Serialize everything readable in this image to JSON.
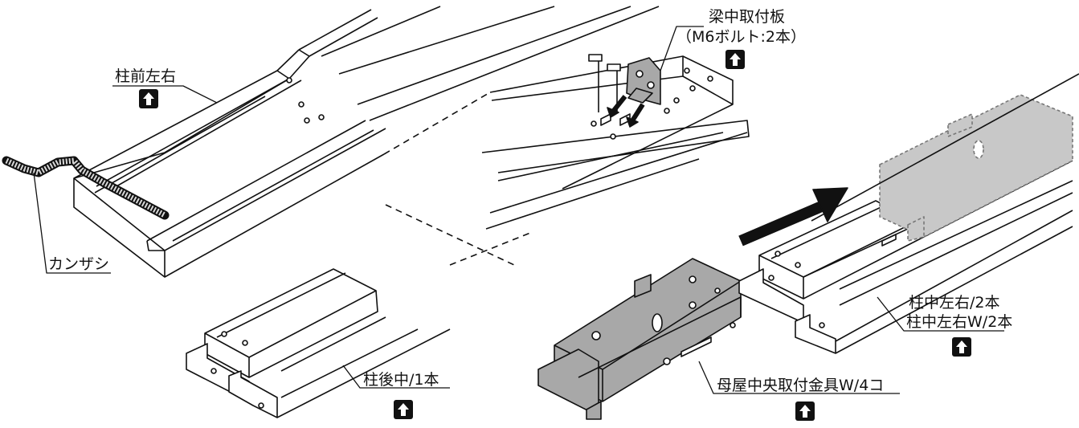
{
  "labels": {
    "hashira_mae_sayu": "柱前左右",
    "kanzashi": "カンザシ",
    "harinaka_toritsukeita": "梁中取付板",
    "bolt_note": "（M6ボルト:2本）",
    "hashira_ato_naka": "柱後中/1本",
    "moya_bracket": "母屋中央取付金具W/4コ",
    "hashira_naka_sayu": "柱中左右/2本",
    "hashira_naka_sayu_w": "柱中左右W/2本"
  },
  "icons": {
    "direction_mark": "up-arrow-icon"
  },
  "colors": {
    "line": "#111111",
    "bracket_fill": "#a8a8a8",
    "ghost_fill": "#c8c8c8",
    "mark_bg": "#111111"
  }
}
